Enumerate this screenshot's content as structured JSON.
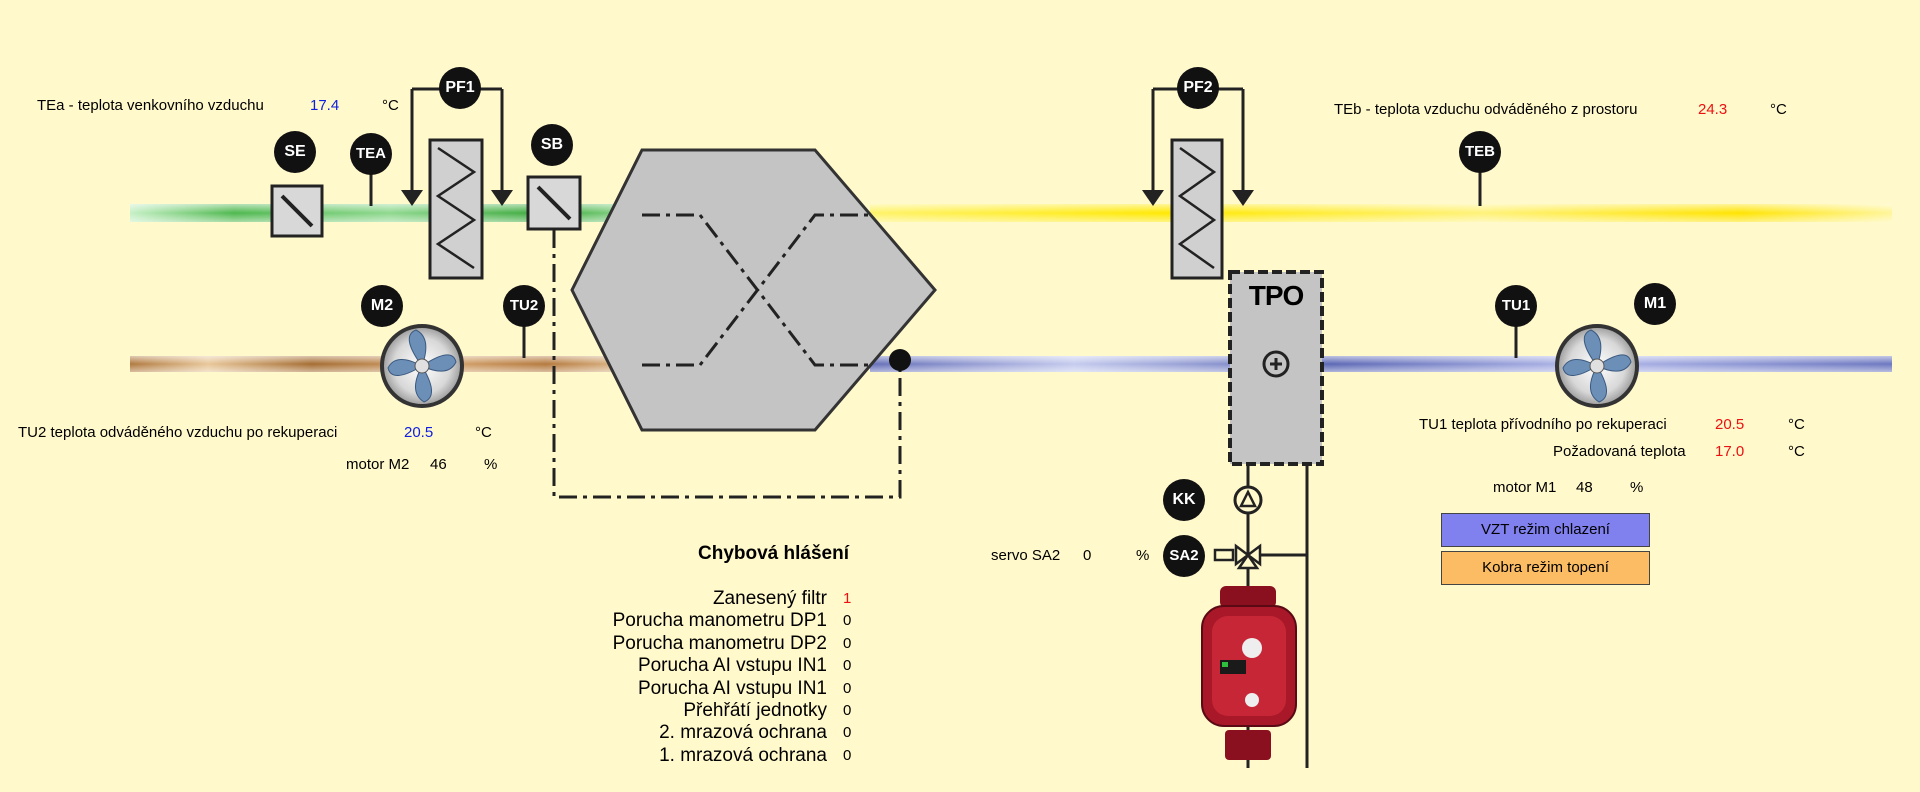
{
  "tags": {
    "pf1": "PF1",
    "pf2": "PF2",
    "se": "SE",
    "sb": "SB",
    "tea": "TEA",
    "teb": "TEB",
    "m1": "M1",
    "m2": "M2",
    "tu1": "TU1",
    "tu2": "TU2",
    "kk": "KK",
    "sa2": "SA2",
    "tpo": "TPO"
  },
  "readouts": {
    "tea_label": "TEa - teplota venkovního vzduchu",
    "tea_value": "17.4",
    "tea_unit": "°C",
    "teb_label": "TEb - teplota vzduchu odváděného z prostoru",
    "teb_value": "24.3",
    "teb_unit": "°C",
    "tu2_label": "TU2 teplota odváděného vzduchu po rekuperaci",
    "tu2_value": "20.5",
    "tu2_unit": "°C",
    "m2_label": "motor M2",
    "m2_value": "46",
    "m2_unit": "%",
    "tu1_label": "TU1 teplota přívodního po rekuperaci",
    "tu1_value": "20.5",
    "tu1_unit": "°C",
    "req_label": "Požadovaná teplota",
    "req_value": "17.0",
    "req_unit": "°C",
    "m1_label": "motor M1",
    "m1_value": "48",
    "m1_unit": "%",
    "sa2_label": "servo SA2",
    "sa2_value": "0",
    "sa2_unit": "%"
  },
  "buttons": {
    "cooling": "VZT režim chlazení",
    "heating": "Kobra režim topení"
  },
  "colors": {
    "background": "#fff9cc",
    "cooling_button": "#8080ee",
    "heating_button": "#fbbc63",
    "value_blue": "#1020e0",
    "value_red": "#ee1010"
  },
  "errors": {
    "title": "Chybová hlášení",
    "items": [
      {
        "label": "Zanesený filtr",
        "value": "1"
      },
      {
        "label": "Porucha manometru DP1",
        "value": "0"
      },
      {
        "label": "Porucha manometru DP2",
        "value": "0"
      },
      {
        "label": "Porucha AI vstupu IN1",
        "value": "0"
      },
      {
        "label": "Porucha AI vstupu IN1",
        "value": "0"
      },
      {
        "label": "Přehřátí jednotky",
        "value": "0"
      },
      {
        "label": "2. mrazová ochrana",
        "value": "0"
      },
      {
        "label": "1. mrazová ochrana",
        "value": "0"
      }
    ]
  }
}
